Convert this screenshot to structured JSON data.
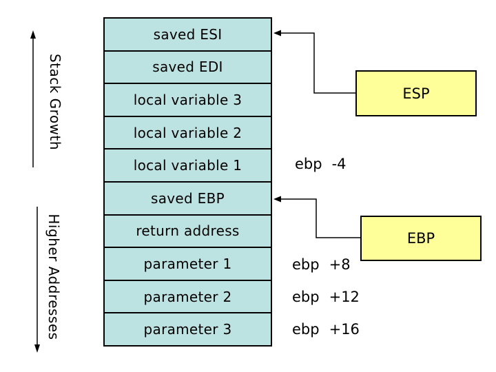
{
  "stack": {
    "cells": [
      "saved ESI",
      "saved EDI",
      "local variable 3",
      "local variable 2",
      "local variable 1",
      "saved EBP",
      "return address",
      "parameter 1",
      "parameter 2",
      "parameter 3"
    ]
  },
  "side_labels": {
    "stack_growth": "Stack Growth",
    "higher_addresses": "Higher Addresses"
  },
  "registers": {
    "esp": "ESP",
    "ebp": "EBP"
  },
  "offsets": {
    "minus4": "ebp -4",
    "plus8": "ebp +8",
    "plus12": "ebp +12",
    "plus16": "ebp +16"
  },
  "colors": {
    "cell_fill": "#bde2e2",
    "register_fill": "#ffff99",
    "line": "#000000",
    "background": "#ffffff"
  }
}
